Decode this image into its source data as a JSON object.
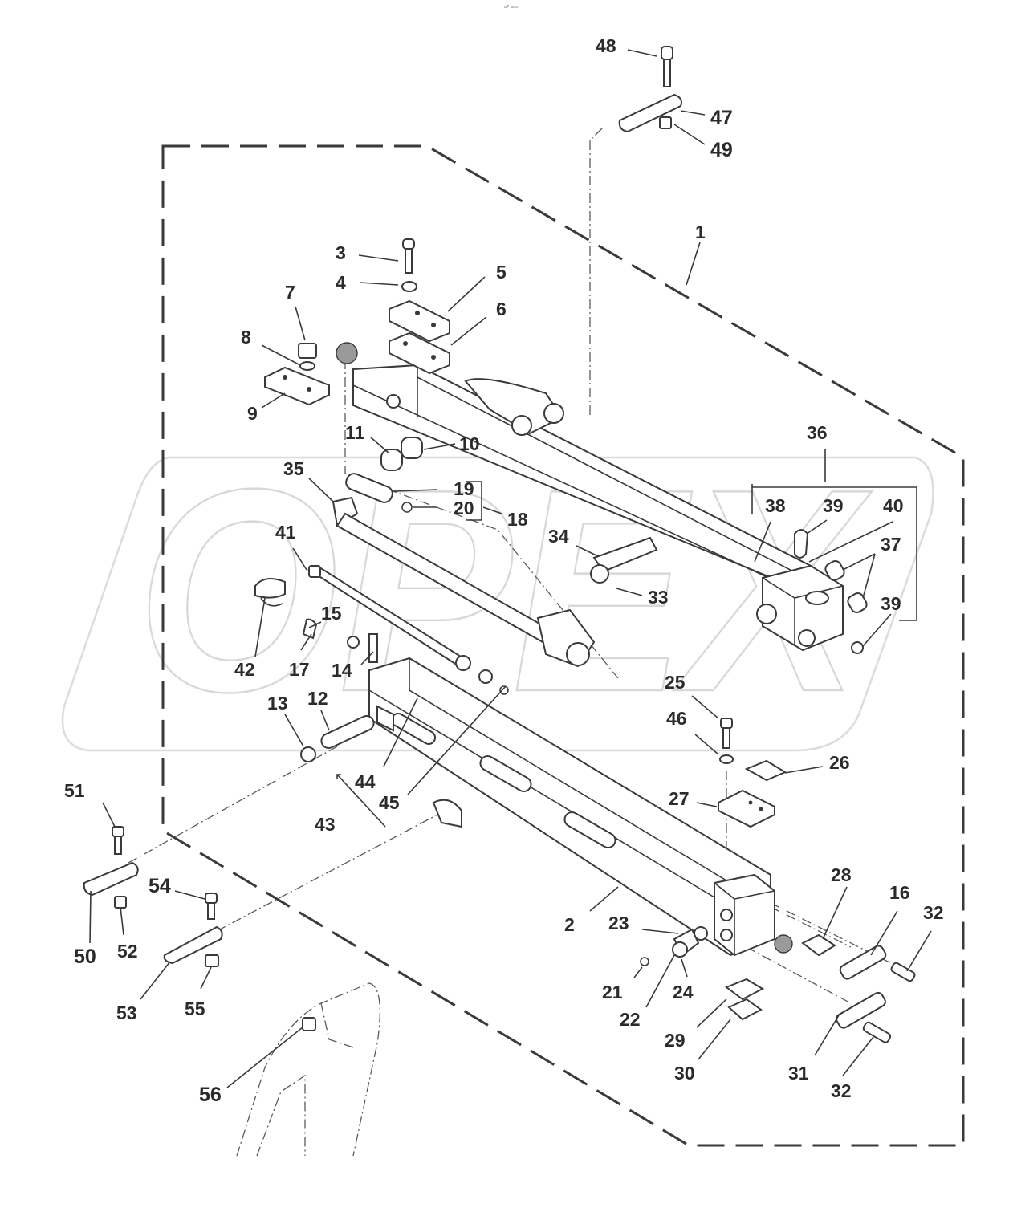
{
  "watermark": {
    "text": "OPEX"
  },
  "header_mark": "ᵃᴾ ˢᵃˢ",
  "callouts": [
    {
      "id": "c48",
      "text": "48"
    },
    {
      "id": "c47",
      "text": "47"
    },
    {
      "id": "c49",
      "text": "49"
    },
    {
      "id": "c1",
      "text": "1"
    },
    {
      "id": "c3",
      "text": "3"
    },
    {
      "id": "c4",
      "text": "4"
    },
    {
      "id": "c5",
      "text": "5"
    },
    {
      "id": "c6",
      "text": "6"
    },
    {
      "id": "c7",
      "text": "7"
    },
    {
      "id": "c8",
      "text": "8"
    },
    {
      "id": "c9",
      "text": "9"
    },
    {
      "id": "c11",
      "text": "11"
    },
    {
      "id": "c10",
      "text": "10"
    },
    {
      "id": "c36",
      "text": "36"
    },
    {
      "id": "c35",
      "text": "35"
    },
    {
      "id": "c19",
      "text": "19"
    },
    {
      "id": "c20",
      "text": "20"
    },
    {
      "id": "c18",
      "text": "18"
    },
    {
      "id": "c38",
      "text": "38"
    },
    {
      "id": "c39a",
      "text": "39"
    },
    {
      "id": "c40",
      "text": "40"
    },
    {
      "id": "c37",
      "text": "37"
    },
    {
      "id": "c41",
      "text": "41"
    },
    {
      "id": "c34",
      "text": "34"
    },
    {
      "id": "c33",
      "text": "33"
    },
    {
      "id": "c39b",
      "text": "39"
    },
    {
      "id": "c15",
      "text": "15"
    },
    {
      "id": "c42",
      "text": "42"
    },
    {
      "id": "c17",
      "text": "17"
    },
    {
      "id": "c14",
      "text": "14"
    },
    {
      "id": "c25",
      "text": "25"
    },
    {
      "id": "c13",
      "text": "13"
    },
    {
      "id": "c12",
      "text": "12"
    },
    {
      "id": "c46",
      "text": "46"
    },
    {
      "id": "c26",
      "text": "26"
    },
    {
      "id": "c44",
      "text": "44"
    },
    {
      "id": "c45",
      "text": "45"
    },
    {
      "id": "c43",
      "text": "43"
    },
    {
      "id": "c27",
      "text": "27"
    },
    {
      "id": "c51",
      "text": "51"
    },
    {
      "id": "c54",
      "text": "54"
    },
    {
      "id": "c28",
      "text": "28"
    },
    {
      "id": "c16",
      "text": "16"
    },
    {
      "id": "c32a",
      "text": "32"
    },
    {
      "id": "c2",
      "text": "2"
    },
    {
      "id": "c23",
      "text": "23"
    },
    {
      "id": "c50",
      "text": "50"
    },
    {
      "id": "c52",
      "text": "52"
    },
    {
      "id": "c21",
      "text": "21"
    },
    {
      "id": "c24",
      "text": "24"
    },
    {
      "id": "c53",
      "text": "53"
    },
    {
      "id": "c55",
      "text": "55"
    },
    {
      "id": "c22",
      "text": "22"
    },
    {
      "id": "c29",
      "text": "29"
    },
    {
      "id": "c31",
      "text": "31"
    },
    {
      "id": "c32b",
      "text": "32"
    },
    {
      "id": "c30",
      "text": "30"
    },
    {
      "id": "c56",
      "text": "56"
    }
  ]
}
